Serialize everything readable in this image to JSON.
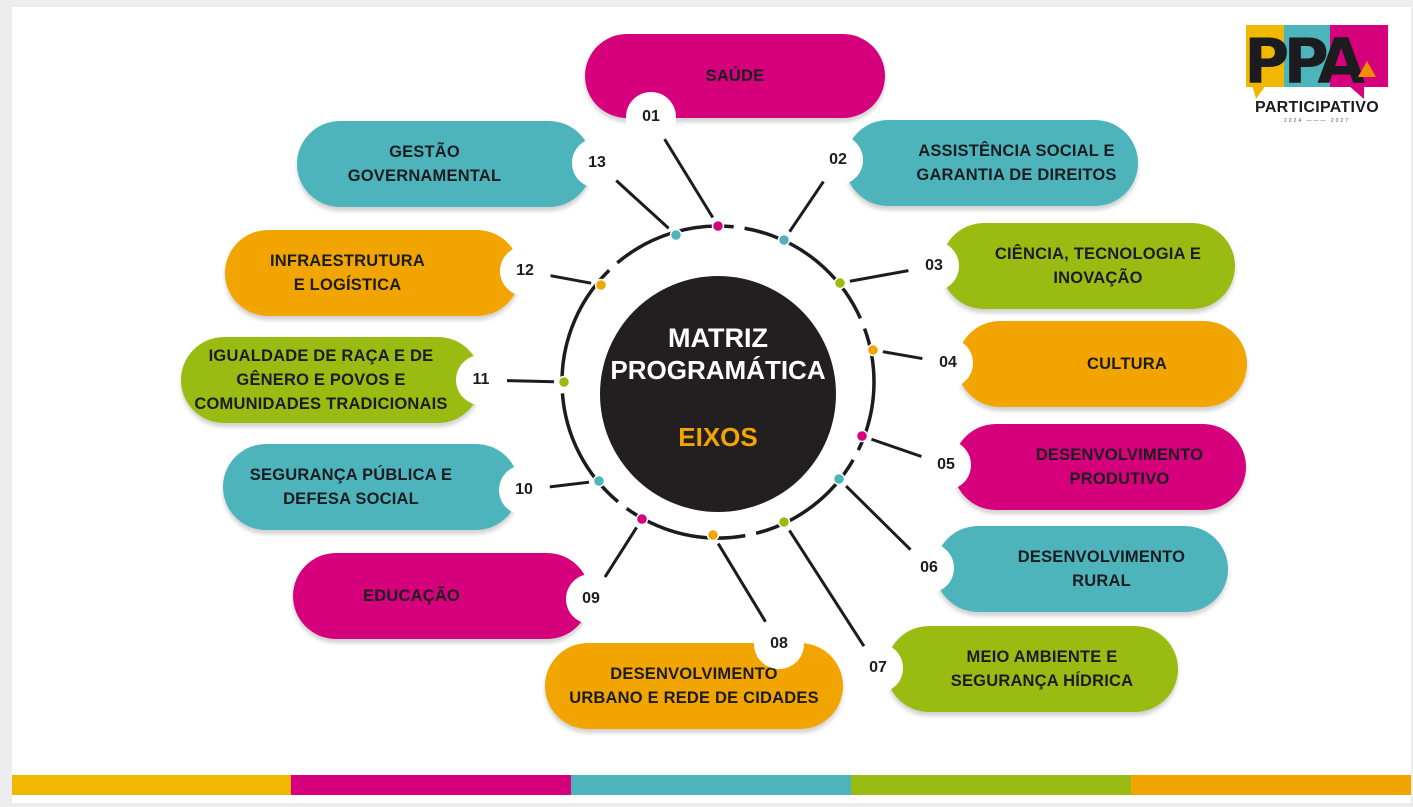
{
  "center": {
    "line1": "MATRIZ",
    "line2": "PROGRAMÁTICA",
    "subtitle": "EIXOS"
  },
  "logo": {
    "letters": "PPA",
    "word": "PARTICIPATIVO",
    "years": "2024 ——— 2027"
  },
  "colors": {
    "pink": "#d6007c",
    "teal": "#4db4bc",
    "green": "#99bb12",
    "orange": "#f2a500",
    "dark": "#231f20"
  },
  "axes": [
    {
      "num": "01",
      "label": "SAÚDE",
      "color": "pink"
    },
    {
      "num": "02",
      "label": "ASSISTÊNCIA SOCIAL E\nGARANTIA DE DIREITOS",
      "color": "teal"
    },
    {
      "num": "03",
      "label": "CIÊNCIA, TECNOLOGIA E\nINOVAÇÃO",
      "color": "green"
    },
    {
      "num": "04",
      "label": "CULTURA",
      "color": "orange"
    },
    {
      "num": "05",
      "label": "DESENVOLVIMENTO\nPRODUTIVO",
      "color": "pink"
    },
    {
      "num": "06",
      "label": "DESENVOLVIMENTO\nRURAL",
      "color": "teal"
    },
    {
      "num": "07",
      "label": "MEIO AMBIENTE E\nSEGURANÇA HÍDRICA",
      "color": "green"
    },
    {
      "num": "08",
      "label": "DESENVOLVIMENTO\nURBANO E REDE DE CIDADES",
      "color": "orange"
    },
    {
      "num": "09",
      "label": "EDUCAÇÃO",
      "color": "pink"
    },
    {
      "num": "10",
      "label": "SEGURANÇA PÚBLICA E\nDEFESA SOCIAL",
      "color": "teal"
    },
    {
      "num": "11",
      "label": "IGUALDADE DE RAÇA E DE\nGÊNERO E POVOS E\nCOMUNIDADES TRADICIONAIS",
      "color": "green"
    },
    {
      "num": "12",
      "label": "INFRAESTRUTURA\nE LOGÍSTICA",
      "color": "orange"
    },
    {
      "num": "13",
      "label": "GESTÃO GOVERNAMENTAL",
      "color": "teal"
    }
  ],
  "footer_bar_colors": [
    "#f2b800",
    "#d6007c",
    "#4db4bc",
    "#99bb12",
    "#f2a500"
  ]
}
